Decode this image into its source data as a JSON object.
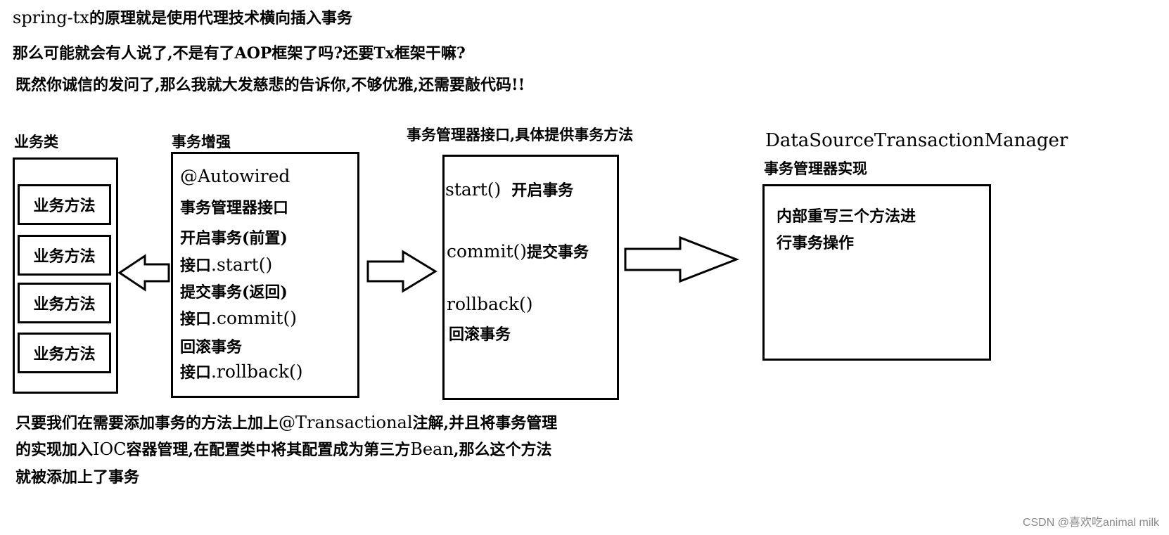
{
  "intro": {
    "line1_code": "spring-tx",
    "line1_rest": "的原理就是使用代理技术横向插入事务",
    "line2": "那么可能就会有人说了,不是有了AOP框架了吗?还要Tx框架干嘛?",
    "line3": "既然你诚信的发问了,那么我就大发慈悲的告诉你,不够优雅,还需要敲代码!!"
  },
  "business_class": {
    "heading": "业务类",
    "methods": [
      "业务方法",
      "业务方法",
      "业务方法",
      "业务方法"
    ]
  },
  "tx_enhance": {
    "heading": "事务增强",
    "autowired": "@Autowired",
    "interface_label": "事务管理器接口",
    "start_label": "开启事务(前置)",
    "start_call_prefix": "接口",
    "start_call": ".start()",
    "commit_label": "提交事务(返回)",
    "commit_call_prefix": "接口",
    "commit_call": ".commit()",
    "rollback_label": "回滚事务",
    "rollback_call_prefix": "接口",
    "rollback_call": ".rollback()"
  },
  "tx_interface": {
    "heading": "事务管理器接口,具体提供事务方法",
    "start_code": "start()",
    "start_desc": "开启事务",
    "commit_code": "commit()",
    "commit_desc": "提交事务",
    "rollback_code": "rollback()",
    "rollback_desc": "回滚事务"
  },
  "tx_impl": {
    "class_name": "DataSourceTransactionManager",
    "subtitle": "事务管理器实现",
    "desc_line1": "内部重写三个方法进",
    "desc_line2": "行事务操作"
  },
  "conclusion": {
    "line1_a": "只要我们在需要添加事务的方法上加上",
    "line1_code": "@Transactional",
    "line1_b": "注解,并且将事务管理",
    "line2_a": "的实现加入",
    "line2_code": "IOC",
    "line2_b": "容器管理,在配置类中将其配置成为第三方",
    "line2_code2": "Bean",
    "line2_c": ",那么这个方法",
    "line3": "就被添加上了事务"
  },
  "watermark": "CSDN @喜欢吃animal milk"
}
